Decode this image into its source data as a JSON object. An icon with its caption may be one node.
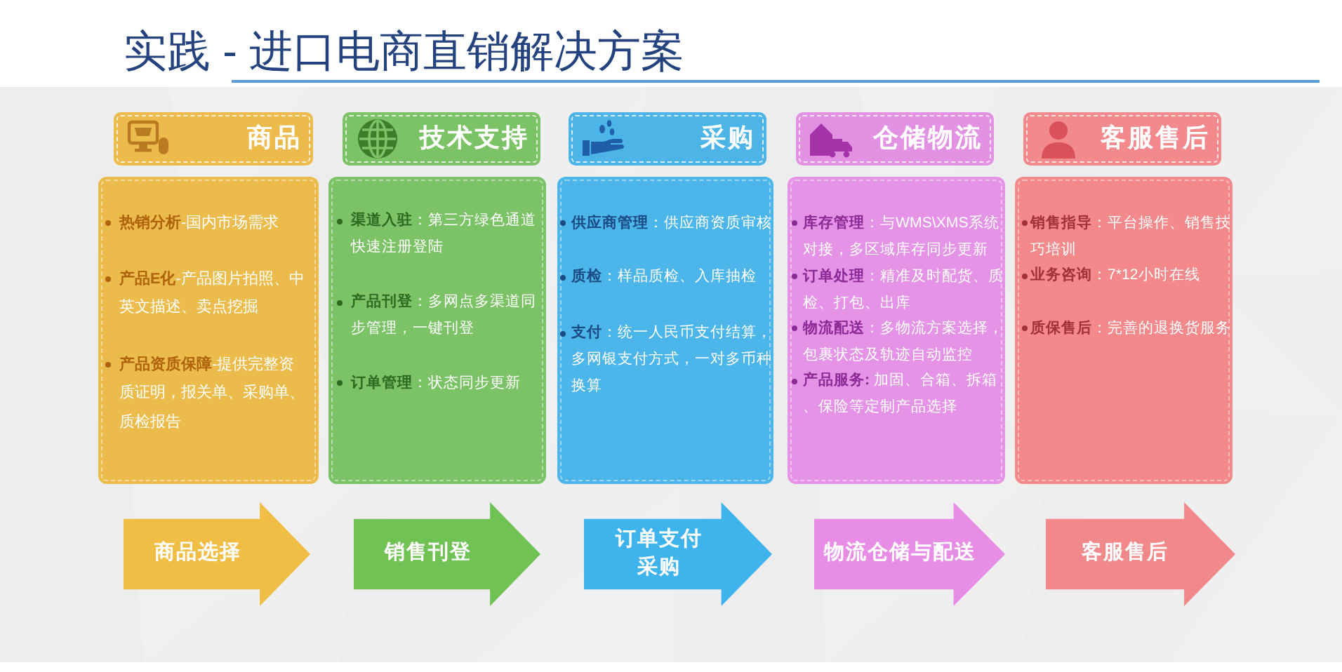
{
  "diagram": {
    "title": "实践 - 进口电商直销解决方案",
    "nodes": [
      {
        "text": [
          "商品"
        ]
      },
      {
        "text": [
          "技术支持"
        ]
      },
      {
        "text": [
          "采购"
        ]
      },
      {
        "text": [
          "仓储物流"
        ]
      },
      {
        "text": [
          "客服售后"
        ]
      },
      {
        "text": [
          "**热销分析**-国内市场需求",
          "**产品E化**-产品图片拍照、中英文描述、卖点挖掘",
          "**产品资质保障**-提供完整资质证明，报关单、采购单、质检报告"
        ]
      },
      {
        "text": [
          "**渠道入驻**：第三方绿色通道快速注册登陆",
          "**产品刊登**：多网点多渠道同步管理，一键刊登",
          "**订单管理**：状态同步更新"
        ]
      },
      {
        "text": [
          "**供应商管理**：供应商资质审核",
          "**质检**：样品质检、入库抽检",
          "**支付**：统一人民币支付结算，多网银支付方式，一对多币种换算"
        ]
      },
      {
        "text": [
          "**库存管理**：与WMS\\XMS系统对接，多区域库存同步更新",
          "**订单处理**：精准及时配货、质检、打包、出库",
          "**物流配送**：多物流方案选择，包裹状态及轨迹自动监控",
          "**产品服务:** 加固、合箱、拆箱、保险等定制产品选择"
        ]
      },
      {
        "text": [
          "**销售指导**：平台操作、销售技巧培训",
          "**业务咨询**：7*12小时在线",
          "**质保售后**：完善的退换货服务"
        ]
      },
      {
        "text": [
          "商品选择"
        ]
      },
      {
        "text": [
          "销售刊登"
        ]
      },
      {
        "text": [
          "订单支付采购"
        ]
      },
      {
        "text": [
          "物流仓储与配送"
        ]
      },
      {
        "text": [
          "客服售后"
        ]
      }
    ]
  }
}
